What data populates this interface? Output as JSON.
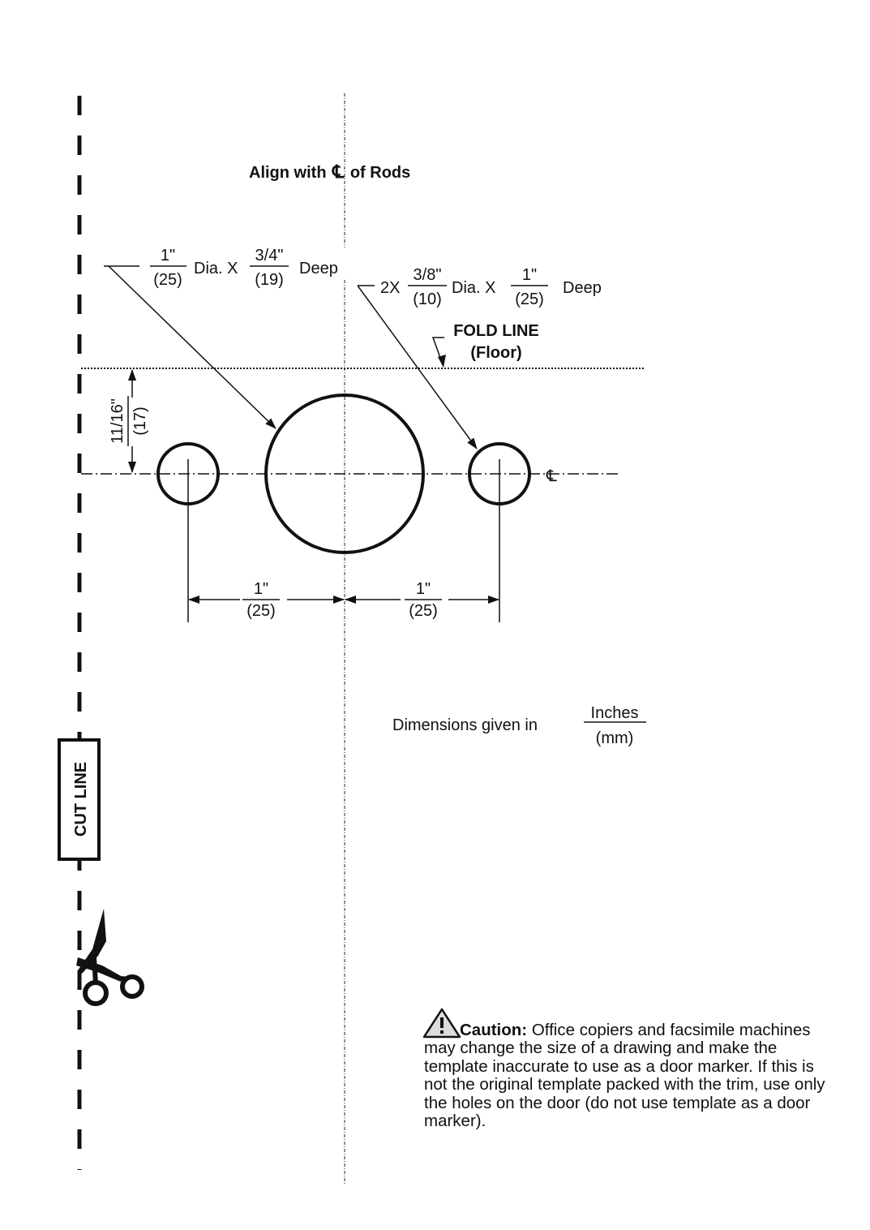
{
  "align_label": {
    "prefix": "Align with",
    "centerline_symbol": "℄",
    "suffix": "of Rods"
  },
  "main_hole_callout": {
    "inch": "1\"",
    "mm": "(25)",
    "mid": "Dia. X",
    "depth_inch": "3/4\"",
    "depth_mm": "(19)",
    "end": "Deep"
  },
  "small_hole_callout": {
    "qty": "2X",
    "inch": "3/8\"",
    "mm": "(10)",
    "mid": "Dia. X",
    "depth_inch": "1\"",
    "depth_mm": "(25)",
    "end": "Deep"
  },
  "fold_line": {
    "title": "FOLD LINE",
    "subtitle": "(Floor)"
  },
  "vertical_dim": {
    "inch": "11/16\"",
    "mm": "(17)"
  },
  "spacing_left": {
    "inch": "1\"",
    "mm": "(25)"
  },
  "spacing_right": {
    "inch": "1\"",
    "mm": "(25)"
  },
  "centerline_symbol": "℄",
  "units_note": {
    "prefix": "Dimensions given in",
    "numerator": "Inches",
    "denominator": "(mm)"
  },
  "cut_line_label": "CUT LINE",
  "caution": {
    "icon": "warning-triangle-icon",
    "title": "Caution:",
    "text": "Office copiers and facsimile machines may change the size of a drawing and make the template inaccurate to use as a door marker. If this is not the original template packed with the trim, use only the holes on the door (do not use template as a door marker)."
  },
  "colors": {
    "ink": "#111111",
    "warning_fill": "#dcdcdc"
  }
}
